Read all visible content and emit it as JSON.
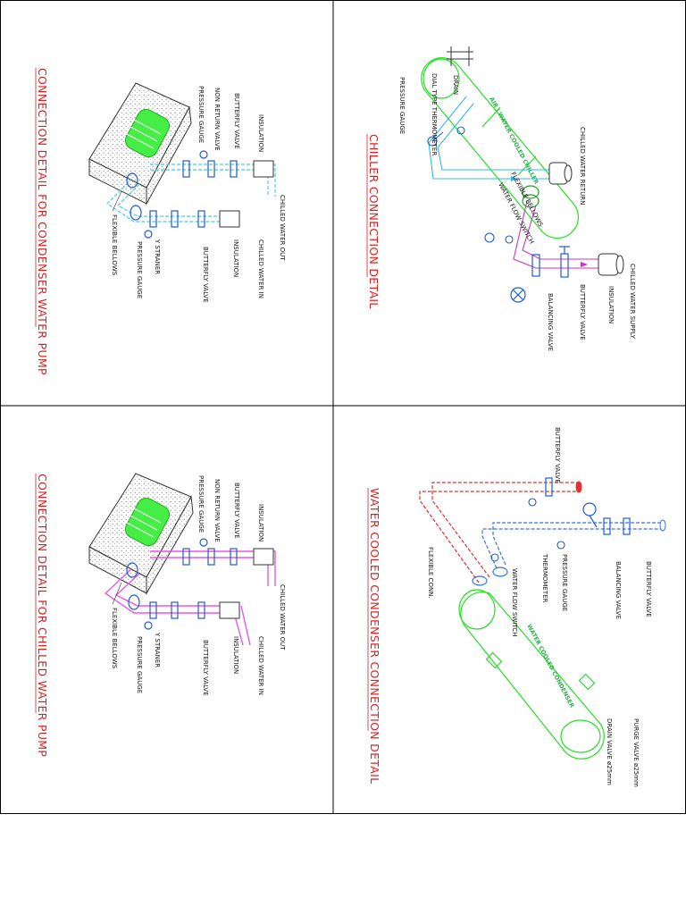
{
  "colors": {
    "border": "#000000",
    "title": "#e01e1e",
    "chiller_body": "#25e025",
    "supply_pipe": "#cc33cc",
    "return_pipe": "#33b8e8",
    "condenser_supply": "#e03030",
    "condenser_return": "#3377dd",
    "pump_pipe_chilled": "#ee55ee",
    "pump_pipe_condenser": "#44ccee",
    "pump_body": "#33ee33",
    "valve": "#1f5bd6",
    "label_text": "#111111"
  },
  "panels": [
    {
      "title": "CHILLER CONNECTION DETAIL",
      "equipment": "AIR / WATER COOLED CHILLER",
      "labels": [
        "CHILLED WATER SUPPLY",
        "INSULATION",
        "BUTTERFLY VALVE",
        "BALANCING VALVE",
        "CHILLED WATER RETURN",
        "FLEXIBLE BELLOWS",
        "WATER FLOW SWITCH",
        "DRAIN",
        "DIAL TYPE THERMOMETER",
        "PRESSURE GAUGE"
      ]
    },
    {
      "title": "CONNECTION DETAIL FOR CONDENSER WATER PUMP",
      "labels": [
        "INSULATION",
        "BUTTERFLY VALVE",
        "NON RETURN VALVE",
        "PRESSURE GAUGE",
        "CHILLED WATER OUT",
        "CHILLED WATER IN",
        "INSULATION",
        "BUTTERFLY VALVE",
        "Y STRANER",
        "PRESSURE GAUGE",
        "FLEXIBLE BELLOWS"
      ]
    },
    {
      "title": "WATER COOLED CONDENSER CONNECTION DETAIL",
      "equipment": "WATER COOLED CONDENSER",
      "labels": [
        "BUTTERFLY VALVE",
        "BUTTERFLY VALVE",
        "BALANCING VALVE",
        "PRESSURE GAUGE",
        "THERMOMETER",
        "WATER FLOW SWITCH",
        "FLEXIBLE CONN.",
        "PURGE VALVE ø25mm",
        "DRAIN VALVE ø25mm"
      ]
    },
    {
      "title": "CONNECTION DETAIL FOR CHILLED WATER PUMP",
      "labels": [
        "INSULATION",
        "BUTTERFLY VALVE",
        "NON RETURN VALVE",
        "PRESSURE GAUGE",
        "CHILLED WATER OUT",
        "CHILLED WATER IN",
        "INSULATION",
        "BUTTERFLY VALVE",
        "Y STRANER",
        "PRESSURE GAUGE",
        "FLEXIBLE BELLOWS"
      ]
    }
  ]
}
